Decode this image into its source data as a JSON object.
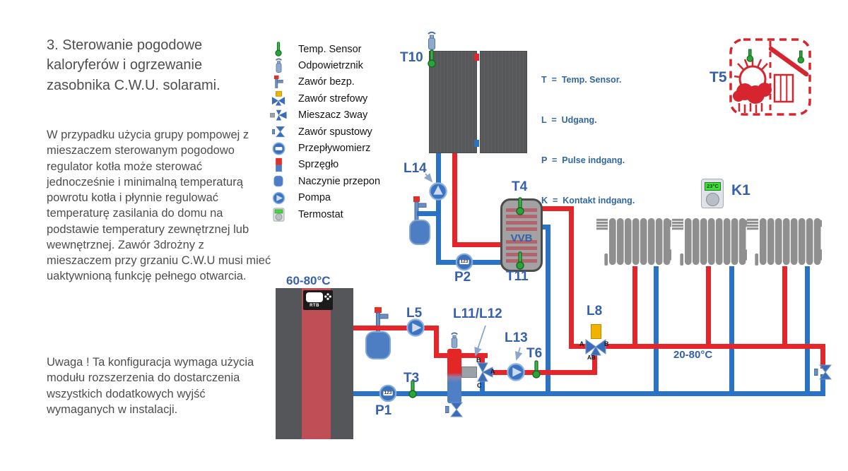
{
  "left_panel": {
    "title": "3. Sterowanie pogodowe kaloryferów  i ogrzewanie zasobnika C.W.U. solarami.",
    "paragraph1": "W przypadku użycia grupy pompowej z mieszaczem sterowanym pogodowo regulator kotła może sterować jednocześnie i minimalną temperaturą powrotu kotła i płynnie regulować temperaturę zasilania do domu na podstawie temperatury zewnętrznej lub wewnętrznej. Zawór 3drożny z mieszaczem  przy grzaniu C.W.U musi mieć uaktywnioną funkcję pełnego otwarcia.",
    "paragraph2": "Uwaga ! Ta konfiguracja wymaga użycia modułu rozszerzenia do dostarczenia wszystkich dodatkowych wyjść wymaganych w instalacji."
  },
  "legend": {
    "items": [
      {
        "icon": "temp-sensor-icon",
        "label": "Temp. Sensor"
      },
      {
        "icon": "air-vent-icon",
        "label": "Odpowietrznik"
      },
      {
        "icon": "safety-valve-icon",
        "label": "Zawór bezp."
      },
      {
        "icon": "zone-valve-icon",
        "label": "Zawór strefowy"
      },
      {
        "icon": "mixer-3way-icon",
        "label": "Mieszacz 3way"
      },
      {
        "icon": "drain-valve-icon",
        "label": "Zawór spustowy"
      },
      {
        "icon": "flow-meter-icon",
        "label": "Przepływomierz"
      },
      {
        "icon": "coupling-icon",
        "label": "Sprzęgło"
      },
      {
        "icon": "expansion-vessel-icon",
        "label": "Naczynie przepon"
      },
      {
        "icon": "pump-icon",
        "label": "Pompa"
      },
      {
        "icon": "thermostat-icon",
        "label": "Termostat"
      }
    ]
  },
  "io_legend": {
    "lines": [
      "T  =  Temp. Sensor.",
      "L  =  Udgang.",
      "P  =  Pulse indgang.",
      "K  =  Kontakt indgang."
    ]
  },
  "diagram": {
    "labels": {
      "t10": "T10",
      "l14": "L14",
      "p2": "P2",
      "t4": "T4",
      "t11": "T11",
      "k1": "K1",
      "t5": "T5",
      "l5": "L5",
      "t3": "T3",
      "p1": "P1",
      "l11_l12": "L11/L12",
      "l13": "L13",
      "t6": "T6",
      "l8": "L8"
    },
    "boiler": {
      "temp_range": "60-80°C",
      "brand": "RTB"
    },
    "radiators": {
      "temp_range": "20-80°C"
    },
    "tank": {
      "label": "VVB"
    },
    "thermostat": {
      "display": "23°C"
    },
    "flow_meter_digits": "123",
    "ports": {
      "l8_a": "A",
      "l8_b": "B",
      "l8_ab": "AB",
      "mixer_b": "B",
      "mixer_a": "A",
      "mixer_c": "C"
    },
    "colors": {
      "pipe_red": "#e6252b",
      "pipe_blue": "#2a72c6",
      "label_blue": "#3660ab"
    }
  }
}
